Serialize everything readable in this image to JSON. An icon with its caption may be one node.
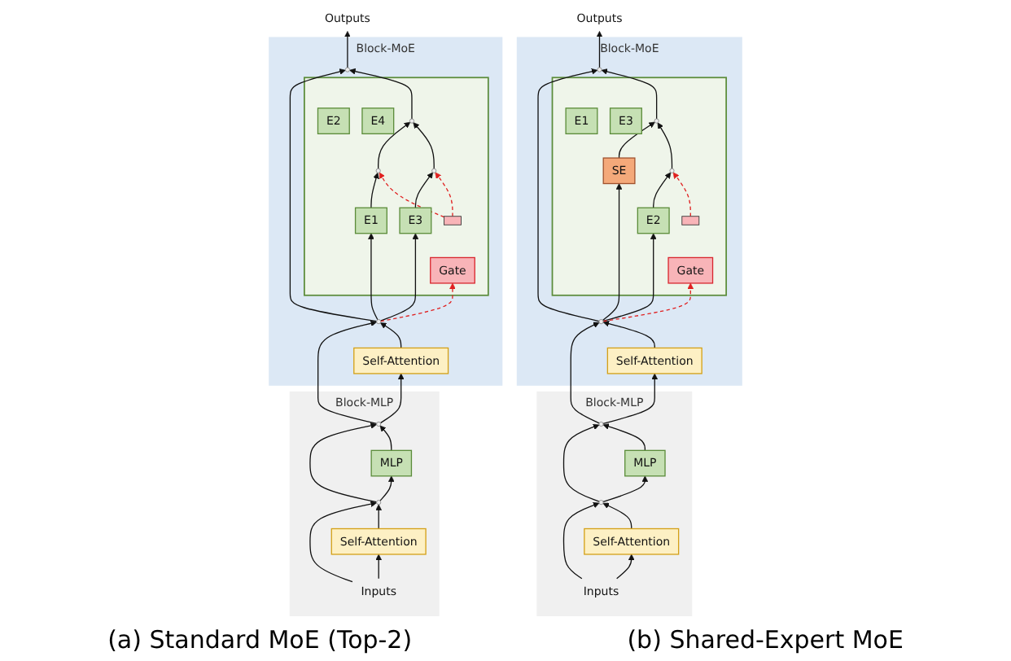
{
  "diagram": {
    "nodes": [
      {
        "text": [
          "Block-MoE"
        ]
      },
      {
        "text": [],
        "shape": "box",
        "in": 0
      },
      {
        "text": [
          "E1"
        ],
        "in": 1
      },
      {
        "text": [
          "E2"
        ],
        "in": 1
      },
      {
        "text": [
          "E3"
        ],
        "in": 1
      },
      {
        "text": [
          "E4"
        ],
        "in": 1
      },
      {
        "text": [
          "Gate"
        ],
        "in": 1
      },
      {
        "text": [],
        "shape": "bar",
        "in": 1
      },
      {
        "text": [],
        "shape": "circle",
        "in": 1
      },
      {
        "text": [],
        "shape": "circle",
        "in": 1
      },
      {
        "text": [],
        "shape": "circle",
        "in": 1
      },
      {
        "text": [],
        "shape": "circle",
        "in": 0
      },
      {
        "text": [
          "Outputs"
        ]
      },
      {
        "text": [],
        "shape": "circle",
        "in": 0
      },
      {
        "text": [
          "Self-Attention"
        ],
        "in": 0
      },
      {
        "text": [
          "Block-MLP"
        ]
      },
      {
        "text": [],
        "shape": "circle",
        "in": 15
      },
      {
        "text": [
          "MLP"
        ],
        "in": 15
      },
      {
        "text": [],
        "shape": "circle",
        "in": 15
      },
      {
        "text": [
          "Self-Attention"
        ],
        "in": 15
      },
      {
        "text": [
          "Inputs"
        ],
        "in": 15
      },
      {
        "text": [
          "Block-MoE"
        ]
      },
      {
        "text": [],
        "shape": "box",
        "in": 21
      },
      {
        "text": [
          "SE"
        ],
        "in": 22
      },
      {
        "text": [
          "E1"
        ],
        "in": 22
      },
      {
        "text": [
          "E2"
        ],
        "in": 22
      },
      {
        "text": [
          "E3"
        ],
        "in": 22
      },
      {
        "text": [
          "Gate"
        ],
        "in": 22
      },
      {
        "text": [],
        "shape": "bar",
        "in": 22
      },
      {
        "text": [],
        "shape": "circle",
        "in": 22
      },
      {
        "text": [],
        "shape": "circle",
        "in": 22
      },
      {
        "text": [],
        "shape": "circle",
        "in": 21
      },
      {
        "text": [
          "Outputs"
        ]
      },
      {
        "text": [],
        "shape": "circle",
        "in": 21
      },
      {
        "text": [
          "Self-Attention"
        ],
        "in": 21
      },
      {
        "text": [
          "Block-MLP"
        ]
      },
      {
        "text": [],
        "shape": "circle",
        "in": 35
      },
      {
        "text": [
          "MLP"
        ],
        "in": 35
      },
      {
        "text": [],
        "shape": "circle",
        "in": 35
      },
      {
        "text": [
          "Self-Attention"
        ],
        "in": 35
      },
      {
        "text": [
          "Inputs"
        ],
        "in": 35
      }
    ],
    "edges": [
      {
        "from": 20,
        "to": 19,
        "arrow": "to"
      },
      {
        "from": 20,
        "to": 18,
        "arrow": "to"
      },
      {
        "from": 19,
        "to": 18,
        "arrow": "to"
      },
      {
        "from": 18,
        "to": 17,
        "arrow": "to"
      },
      {
        "from": 18,
        "to": 16,
        "arrow": "to"
      },
      {
        "from": 17,
        "to": 16,
        "arrow": "to"
      },
      {
        "from": 16,
        "to": 14,
        "arrow": "to"
      },
      {
        "from": 16,
        "to": 13,
        "arrow": "to"
      },
      {
        "from": 14,
        "to": 13,
        "arrow": "to"
      },
      {
        "from": 13,
        "to": 2,
        "arrow": "to"
      },
      {
        "from": 13,
        "to": 4,
        "arrow": "to"
      },
      {
        "from": 13,
        "to": 6,
        "arrow": "to",
        "style": "dashed",
        "color": "#e02020"
      },
      {
        "from": 13,
        "to": 11,
        "arrow": "to"
      },
      {
        "from": 2,
        "to": 8,
        "arrow": "to"
      },
      {
        "from": 4,
        "to": 9,
        "arrow": "to"
      },
      {
        "from": 7,
        "to": 8,
        "arrow": "to",
        "style": "dashed",
        "color": "#e02020"
      },
      {
        "from": 7,
        "to": 9,
        "arrow": "to",
        "style": "dashed",
        "color": "#e02020"
      },
      {
        "from": 8,
        "to": 10,
        "arrow": "to"
      },
      {
        "from": 9,
        "to": 10,
        "arrow": "to"
      },
      {
        "from": 10,
        "to": 11,
        "arrow": "to"
      },
      {
        "from": 11,
        "to": 12,
        "arrow": "to"
      },
      {
        "from": 40,
        "to": 39,
        "arrow": "to"
      },
      {
        "from": 40,
        "to": 38,
        "arrow": "to"
      },
      {
        "from": 39,
        "to": 38,
        "arrow": "to"
      },
      {
        "from": 38,
        "to": 37,
        "arrow": "to"
      },
      {
        "from": 38,
        "to": 36,
        "arrow": "to"
      },
      {
        "from": 37,
        "to": 36,
        "arrow": "to"
      },
      {
        "from": 36,
        "to": 34,
        "arrow": "to"
      },
      {
        "from": 36,
        "to": 33,
        "arrow": "to"
      },
      {
        "from": 34,
        "to": 33,
        "arrow": "to"
      },
      {
        "from": 33,
        "to": 23,
        "arrow": "to"
      },
      {
        "from": 33,
        "to": 25,
        "arrow": "to"
      },
      {
        "from": 33,
        "to": 27,
        "arrow": "to",
        "style": "dashed",
        "color": "#e02020"
      },
      {
        "from": 33,
        "to": 31,
        "arrow": "to"
      },
      {
        "from": 23,
        "to": 30,
        "arrow": "to"
      },
      {
        "from": 25,
        "to": 29,
        "arrow": "to"
      },
      {
        "from": 28,
        "to": 29,
        "arrow": "to",
        "style": "dashed",
        "color": "#e02020"
      },
      {
        "from": 29,
        "to": 30,
        "arrow": "to"
      },
      {
        "from": 30,
        "to": 31,
        "arrow": "to"
      },
      {
        "from": 31,
        "to": 32,
        "arrow": "to"
      }
    ],
    "labels": [
      "(a) Standard MoE (Top-2)",
      "(b) Shared-Expert MoE"
    ]
  }
}
